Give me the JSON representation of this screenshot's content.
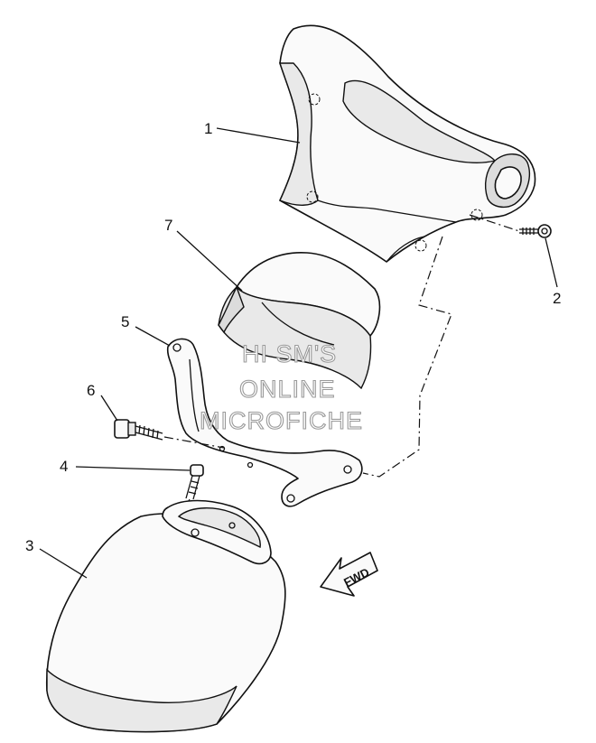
{
  "callouts": [
    {
      "id": "1",
      "label": "1"
    },
    {
      "id": "2",
      "label": "2"
    },
    {
      "id": "3",
      "label": "3"
    },
    {
      "id": "4",
      "label": "4"
    },
    {
      "id": "5",
      "label": "5"
    },
    {
      "id": "6",
      "label": "6"
    },
    {
      "id": "7",
      "label": "7"
    }
  ],
  "watermark": {
    "line1": "HI SM'S",
    "line2": "ONLINE",
    "line3": "MICROFICHE"
  },
  "direction_arrow": {
    "label": "FWD"
  }
}
